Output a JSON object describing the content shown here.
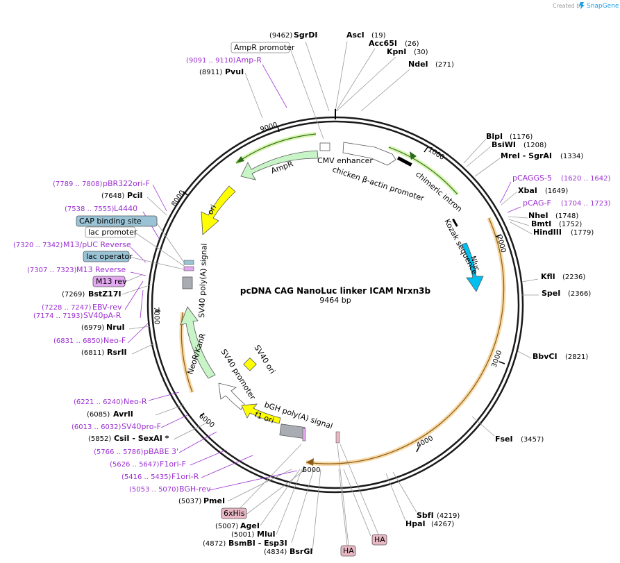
{
  "header": {
    "created_by": "Created by",
    "brand": "SnapGene"
  },
  "plasmid": {
    "name": "pcDNA CAG NanoLuc linker ICAM Nrxn3b",
    "length": "9464 bp"
  },
  "ticks": [
    "1000",
    "2000",
    "3000",
    "4000",
    "5000",
    "6000",
    "7000",
    "8000",
    "9000"
  ],
  "sites": [
    {
      "name": "SgrDI",
      "pos": "(9462)"
    },
    {
      "name": "AscI",
      "pos": "(19)"
    },
    {
      "name": "Acc65I",
      "pos": "(26)"
    },
    {
      "name": "KpnI",
      "pos": "(30)"
    },
    {
      "name": "NdeI",
      "pos": "(271)"
    },
    {
      "name": "PvuI",
      "pos": "(8911)"
    },
    {
      "name": "BlpI",
      "pos": "(1176)"
    },
    {
      "name": "BsiWI",
      "pos": "(1208)"
    },
    {
      "name": "MreI  - SgrAI",
      "pos": "(1334)"
    },
    {
      "name": "XbaI",
      "pos": "(1649)"
    },
    {
      "name": "NheI",
      "pos": "(1748)"
    },
    {
      "name": "BmtI",
      "pos": "(1752)"
    },
    {
      "name": "HindIII",
      "pos": "(1779)"
    },
    {
      "name": "KflI",
      "pos": "(2236)"
    },
    {
      "name": "SpeI",
      "pos": "(2366)"
    },
    {
      "name": "BbvCI",
      "pos": "(2821)"
    },
    {
      "name": "FseI",
      "pos": "(3457)"
    },
    {
      "name": "SbfI",
      "pos": "(4219)"
    },
    {
      "name": "HpaI",
      "pos": "(4267)"
    },
    {
      "name": "PciI",
      "pos": "(7648)"
    },
    {
      "name": "BstZ17I",
      "pos": "(7269)"
    },
    {
      "name": "NruI",
      "pos": "(6979)"
    },
    {
      "name": "RsrII",
      "pos": "(6811)"
    },
    {
      "name": "AvrII",
      "pos": "(6085)"
    },
    {
      "name": "CsiI  - SexAI *",
      "pos": "(5852)"
    },
    {
      "name": "PmeI",
      "pos": "(5037)"
    },
    {
      "name": "AgeI",
      "pos": "(5007)"
    },
    {
      "name": "MluI",
      "pos": "(5001)"
    },
    {
      "name": "BsmBI  - Esp3I",
      "pos": "(4872)"
    },
    {
      "name": "BsrGI",
      "pos": "(4834)"
    }
  ],
  "primers": [
    {
      "name": "Amp-R",
      "pos": "(9091 .. 9110)"
    },
    {
      "name": "pCAGGS-5",
      "pos": "(1620 .. 1642)"
    },
    {
      "name": "pCAG-F",
      "pos": "(1704 .. 1723)"
    },
    {
      "name": "pBR322ori-F",
      "pos": "(7789 .. 7808)"
    },
    {
      "name": "L4440",
      "pos": "(7538 .. 7555)"
    },
    {
      "name": "M13/pUC Reverse",
      "pos": "(7320 .. 7342)"
    },
    {
      "name": "M13 Reverse",
      "pos": "(7307 .. 7323)"
    },
    {
      "name": "EBV-rev",
      "pos": "(7228 .. 7247)"
    },
    {
      "name": "SV40pA-R",
      "pos": "(7174 .. 7193)"
    },
    {
      "name": "Neo-F",
      "pos": "(6831 .. 6850)"
    },
    {
      "name": "Neo-R",
      "pos": "(6221 .. 6240)"
    },
    {
      "name": "SV40pro-F",
      "pos": "(6013 .. 6032)"
    },
    {
      "name": "pBABE 3'",
      "pos": "(5766 .. 5786)"
    },
    {
      "name": "F1ori-F",
      "pos": "(5626 .. 5647)"
    },
    {
      "name": "F1ori-R",
      "pos": "(5416 .. 5435)"
    },
    {
      "name": "BGH-rev",
      "pos": "(5053 .. 5070)"
    }
  ],
  "boxed_features": [
    {
      "name": "AmpR promoter"
    },
    {
      "name": "CAP binding site"
    },
    {
      "name": "lac promoter"
    },
    {
      "name": "lac operator"
    },
    {
      "name": "M13 rev"
    },
    {
      "name": "6xHis"
    },
    {
      "name": "HA"
    },
    {
      "name": "HA"
    }
  ],
  "features": [
    {
      "name": "CMV enhancer"
    },
    {
      "name": "chicken β-actin promoter"
    },
    {
      "name": "chimeric intron"
    },
    {
      "name": "Kozak sequence"
    },
    {
      "name": "Nluc"
    },
    {
      "name": "AmpR"
    },
    {
      "name": "ori"
    },
    {
      "name": "SV40 poly(A) signal"
    },
    {
      "name": "NeoR/KanR"
    },
    {
      "name": "SV40 promoter"
    },
    {
      "name": "SV40 ori"
    },
    {
      "name": "f1 ori"
    },
    {
      "name": "bGH poly(A) signal"
    }
  ],
  "colors": {
    "backbone": "#1a1a1a",
    "primer": "#9b2fd1",
    "amp_arrow": "#c8f5c8",
    "ori_arrow": "#ffff00",
    "nluc_arrow": "#00c0f0",
    "orf_highlight": "#f7d9a6",
    "orf_line": "#8b5a14",
    "box_blue": "#9ac4d6",
    "box_purple": "#e2a8f0",
    "box_pink": "#e8b8c4",
    "brand_blue": "#1aa0e8"
  }
}
